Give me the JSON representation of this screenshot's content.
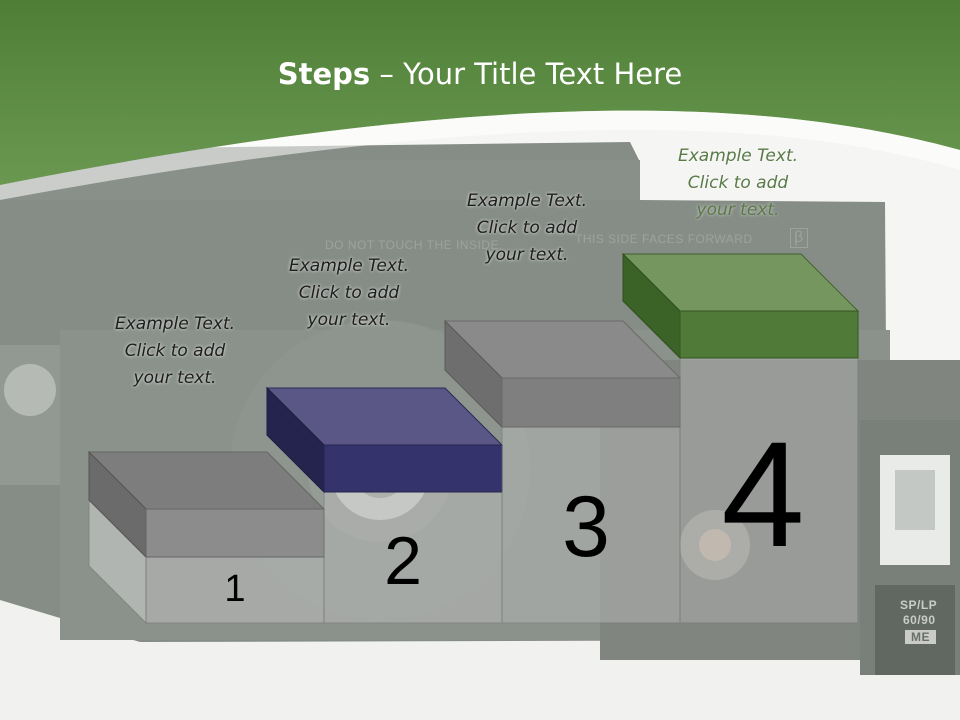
{
  "title": {
    "bold": "Steps",
    "rest": " – Your Title Text Here"
  },
  "photo_labels": {
    "do_not_touch": "DO NOT TOUCH THE INSIDE",
    "faces_forward": "THIS SIDE FACES FORWARD",
    "beta_logo": "β",
    "splp": "SP/LP",
    "len": "60/90",
    "me": "ME"
  },
  "steps": [
    {
      "number": "1",
      "caption": [
        "Example Text.",
        "Click  to add",
        "your text."
      ],
      "color": "#8c8c8c"
    },
    {
      "number": "2",
      "caption": [
        "Example Text.",
        "Click  to add",
        "your text."
      ],
      "color": "#35336b"
    },
    {
      "number": "3",
      "caption": [
        "Example Text.",
        "Click  to add",
        "your text."
      ],
      "color": "#8c8c8c"
    },
    {
      "number": "4",
      "caption": [
        "Example Text.",
        "Click  to add",
        "your text."
      ],
      "color": "#4f7a38"
    }
  ],
  "colors": {
    "header_green": "#5d8a43",
    "accent_dark_green": "#416b2e"
  }
}
